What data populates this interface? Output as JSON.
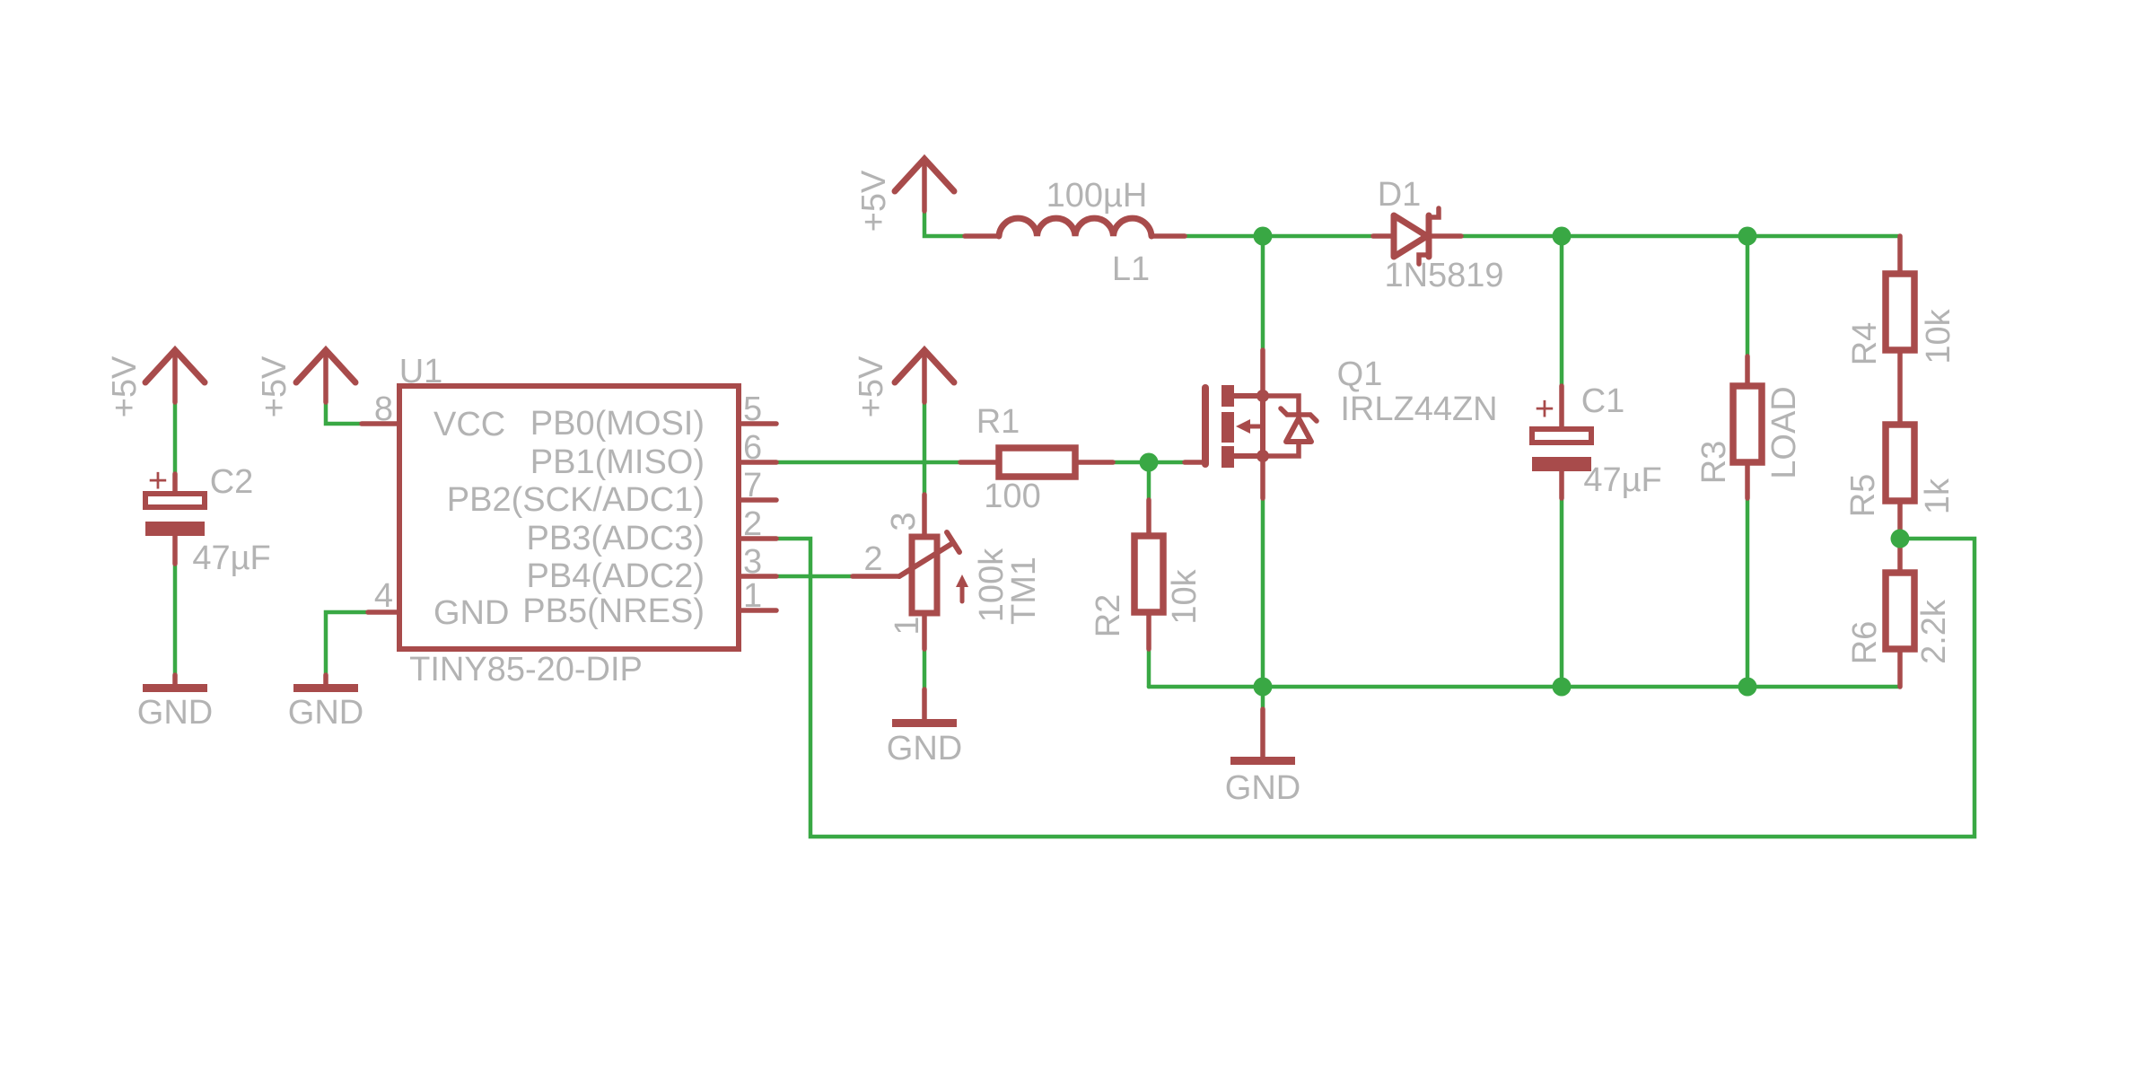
{
  "colors": {
    "wire_green": "#39a844",
    "symbol_red": "#a84b4b",
    "label_gray": "#b3b3b3",
    "background": "#ffffff"
  },
  "power": {
    "vcc_label": "+5V",
    "gnd_label": "GND"
  },
  "components": {
    "c2": {
      "ref": "C2",
      "value": "47µF",
      "plus": "+"
    },
    "u1": {
      "ref": "U1",
      "value": "TINY85-20-DIP",
      "left_pins": [
        {
          "num": "8",
          "name": "VCC"
        },
        {
          "num": "4",
          "name": "GND"
        }
      ],
      "right_pins": [
        {
          "num": "5",
          "name": "PB0(MOSI)"
        },
        {
          "num": "6",
          "name": "PB1(MISO)"
        },
        {
          "num": "7",
          "name": "PB2(SCK/ADC1)"
        },
        {
          "num": "2",
          "name": "PB3(ADC3)"
        },
        {
          "num": "3",
          "name": "PB4(ADC2)"
        },
        {
          "num": "1",
          "name": "PB5(NRES)"
        }
      ]
    },
    "tm1": {
      "ref": "TM1",
      "value": "100k",
      "pin_nums": [
        "3",
        "2",
        "1"
      ]
    },
    "r1": {
      "ref": "R1",
      "value": "100"
    },
    "r2": {
      "ref": "R2",
      "value": "10k"
    },
    "l1": {
      "ref": "L1",
      "value": "100µH"
    },
    "d1": {
      "ref": "D1",
      "value": "1N5819"
    },
    "q1": {
      "ref": "Q1",
      "value": "IRLZ44ZN"
    },
    "c1": {
      "ref": "C1",
      "value": "47µF",
      "plus": "+"
    },
    "r3": {
      "ref": "R3",
      "value": "LOAD"
    },
    "r4": {
      "ref": "R4",
      "value": "10k"
    },
    "r5": {
      "ref": "R5",
      "value": "1k"
    },
    "r6": {
      "ref": "R6",
      "value": "2.2k"
    }
  }
}
